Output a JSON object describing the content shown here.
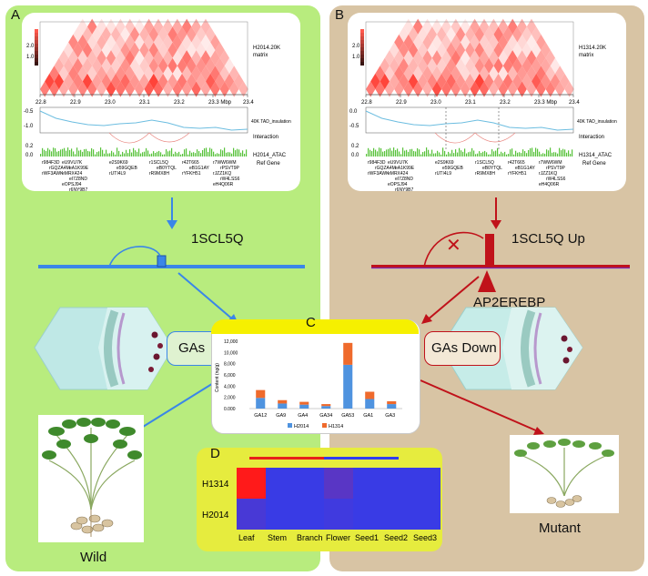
{
  "colors": {
    "panel_a": "#b8ec7e",
    "panel_b": "#d8c4a4",
    "arrow_blue": "#3a86e8",
    "arrow_red": "#c0121a",
    "panel_c_header": "#f6f000",
    "panel_d_bg": "#e6ec3e",
    "heat_high": "#ff1a1a",
    "heat_low": "#2f3df0"
  },
  "panel_labels": {
    "a": "A",
    "b": "B",
    "c": "C",
    "d": "D"
  },
  "browser_a": {
    "matrix_label": "H2014.20K\nmatrix",
    "tick_2": "2.0",
    "tick_1": "1.0",
    "axis": [
      "22.8",
      "22.9",
      "23.0",
      "23.1",
      "23.2",
      "23.3 Mbp",
      "23.4"
    ],
    "insulation_ticks": [
      "-0.5",
      "-1.0"
    ],
    "insulation_label": "40K TAD_insulation",
    "interaction_label": "Interaction",
    "atac_ticks": [
      "0.2",
      "0.0"
    ],
    "atac_label": "H2014_ATAC",
    "refgene_label": "Ref Gene",
    "genes": [
      "r984F3D",
      "rGQZA4M",
      "rWF3AWK",
      "eU9VU7K",
      "eA1K99E",
      "eMRX424",
      "eI7Z8ND",
      "eOPSJ94",
      "r6NY9B7",
      "e2S9K69",
      "e59GQEB",
      "rUTI4L9",
      "r1SCL5Q",
      "eB0YTQL",
      "rR9MX8H",
      "r42T665",
      "eB1G1AY",
      "rYFKH51",
      "r7WW6WM",
      "rPSVT9P",
      "rJZZ1KQ",
      "rW4LSS6",
      "eH4Q06R"
    ]
  },
  "browser_b": {
    "matrix_label": "H1314.20K\nmatrix",
    "tick_2": "2.0",
    "tick_1": "1.0",
    "axis": [
      "22.8",
      "22.9",
      "23.0",
      "23.1",
      "23.2",
      "23.3 Mbp",
      "23.4"
    ],
    "insulation_ticks": [
      "0.0",
      "-0.5"
    ],
    "insulation_label": "40K TAD_insulation",
    "interaction_label": "Interaction",
    "atac_ticks": [
      "0.2",
      "0.0"
    ],
    "atac_label": "H1314_ATAC",
    "refgene_label": "Ref Gene",
    "genes": [
      "r984F3D",
      "rGQZA4M",
      "rWF3AWK",
      "eU9VU7K",
      "eA1K99E",
      "eMRX424",
      "eI7Z8ND",
      "eOPSJ94",
      "r6NY9B7",
      "e2S9K69",
      "e59GQEB",
      "rUTI4L9",
      "r1SCL5Q",
      "eB0YTQL",
      "rR9MX8H",
      "r42T665",
      "eB1G1AY",
      "rYFKH51",
      "r7WW6WM",
      "rPSVT9P",
      "rJZZ1KQ",
      "rW4LSS6",
      "eH4Q06R"
    ]
  },
  "gene_left": "1SCL5Q",
  "gene_right": "1SCL5Q Up",
  "tf_right": "AP2EREBP",
  "gas_left": "GAs",
  "gas_right": "GAs Down",
  "wild_label": "Wild",
  "mutant_label": "Mutant",
  "chart_data": {
    "type": "bar",
    "stacked": true,
    "ylabel": "Content (ng/g)",
    "yticks": [
      "12,000",
      "10,000",
      "8,000",
      "6,000",
      "4,000",
      "2,000",
      "0.000"
    ],
    "ylim": [
      0,
      12000
    ],
    "categories": [
      "GA12",
      "GA9",
      "GA4",
      "GA34",
      "GA53",
      "GA1",
      "GA3"
    ],
    "series": [
      {
        "name": "H2014",
        "color": "#4f93df",
        "values": [
          1900,
          900,
          700,
          450,
          7800,
          1700,
          800
        ]
      },
      {
        "name": "H1314",
        "color": "#ef6a2c",
        "values": [
          1400,
          600,
          500,
          350,
          3900,
          1300,
          500
        ]
      }
    ]
  },
  "heatmap": {
    "rows": [
      "H1314",
      "H2014"
    ],
    "cols": [
      "Leaf",
      "Stem",
      "Branch",
      "Flower",
      "Seed1",
      "Seed2",
      "Seed3"
    ],
    "values": [
      [
        1.0,
        0.05,
        0.05,
        0.2,
        0.05,
        0.05,
        0.05
      ],
      [
        0.12,
        0.05,
        0.05,
        0.08,
        0.05,
        0.05,
        0.05
      ]
    ]
  }
}
